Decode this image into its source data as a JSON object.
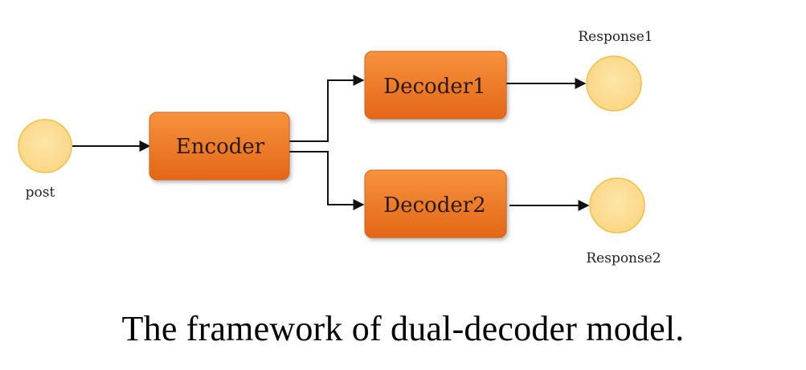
{
  "caption": "The framework of dual-decoder model.",
  "colors": {
    "box_fill_top": "#f7923d",
    "box_fill_bottom": "#e36617",
    "node_fill": "#fbdc8f",
    "node_stroke": "#f2c04a",
    "arrow": "#111111"
  },
  "diagram": {
    "nodes": {
      "post": {
        "label": "post"
      },
      "response1": {
        "label": "Response1"
      },
      "response2": {
        "label": "Response2"
      }
    },
    "boxes": {
      "encoder": {
        "label": "Encoder"
      },
      "decoder1": {
        "label": "Decoder1"
      },
      "decoder2": {
        "label": "Decoder2"
      }
    },
    "edges": [
      {
        "from": "post",
        "to": "encoder"
      },
      {
        "from": "encoder",
        "to": "decoder1"
      },
      {
        "from": "encoder",
        "to": "decoder2"
      },
      {
        "from": "decoder1",
        "to": "response1"
      },
      {
        "from": "decoder2",
        "to": "response2"
      }
    ]
  }
}
